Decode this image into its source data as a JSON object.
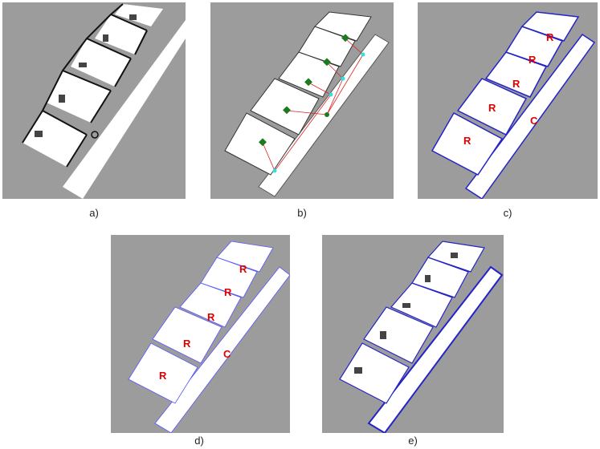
{
  "panels": [
    {
      "id": "a",
      "caption": "a)"
    },
    {
      "id": "b",
      "caption": "b)"
    },
    {
      "id": "c",
      "caption": "c)",
      "labels": [
        "R",
        "R",
        "R",
        "R",
        "R",
        "C"
      ]
    },
    {
      "id": "d",
      "caption": "d)",
      "labels": [
        "R",
        "R",
        "R",
        "R",
        "R",
        "C"
      ]
    },
    {
      "id": "e",
      "caption": "e)"
    }
  ],
  "colors": {
    "background_gray": "#9c9c9c",
    "free_space": "#ffffff",
    "wall": "#111111",
    "segment_outline": "#2323c8",
    "room_label": "#e00000",
    "graph_node": "#1f7a1f",
    "door_node": "#33e0e0",
    "graph_edge": "#e02020"
  }
}
